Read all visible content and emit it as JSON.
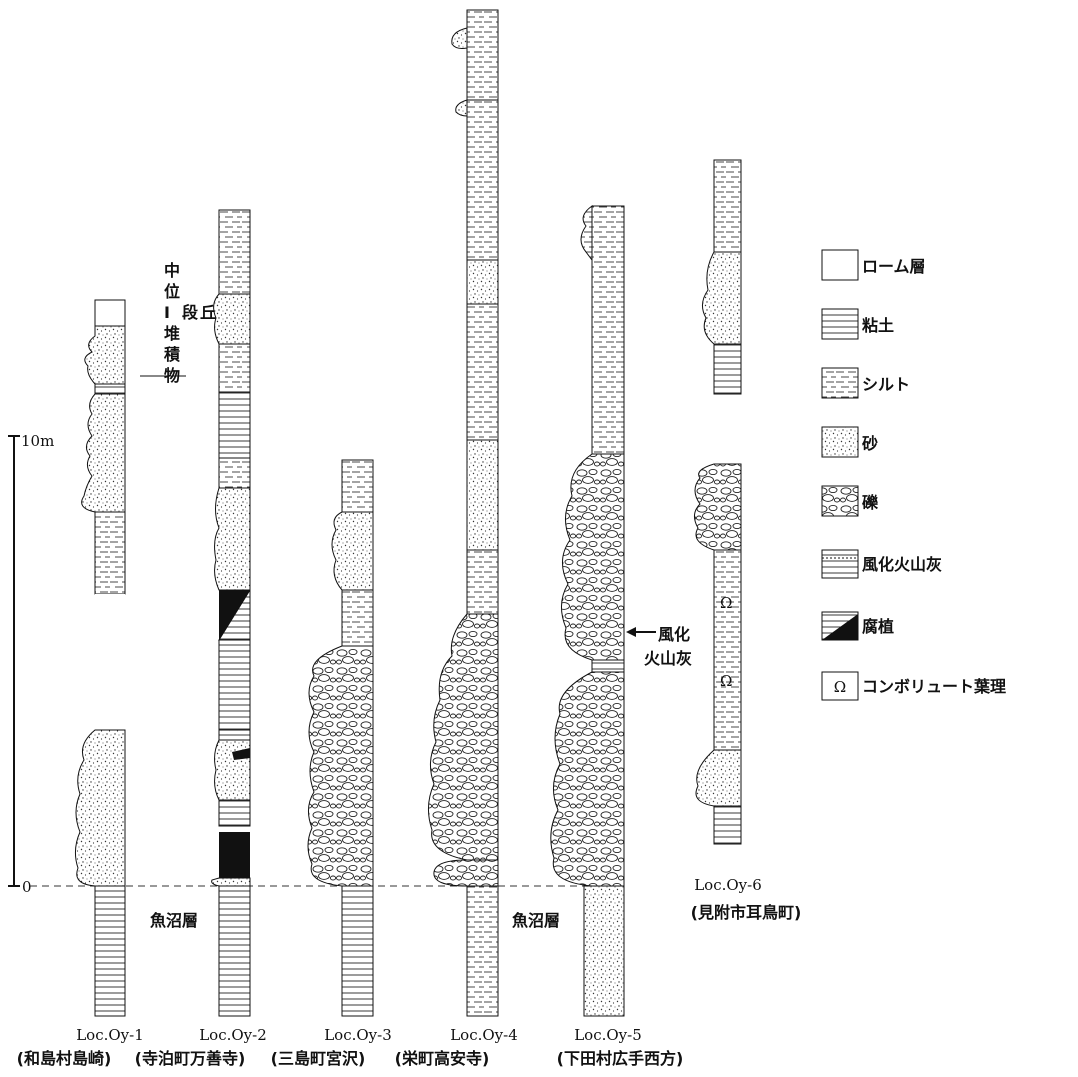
{
  "scale": {
    "label": "10m",
    "zero": "0"
  },
  "formation_labels": {
    "uonuma_left": "魚沼層",
    "uonuma_right": "魚沼層"
  },
  "terrace_label": [
    "中",
    "位",
    "Ⅰ",
    "段",
    "丘",
    "堆",
    "積",
    "物"
  ],
  "ash_note": [
    "風化",
    "火山灰"
  ],
  "columns": [
    {
      "id": "Loc.Oy-1",
      "place": "(和島村島崎)"
    },
    {
      "id": "Loc.Oy-2",
      "place": "(寺泊町万善寺)"
    },
    {
      "id": "Loc.Oy-3",
      "place": "(三島町宮沢)"
    },
    {
      "id": "Loc.Oy-4",
      "place": "(栄町高安寺)"
    },
    {
      "id": "Loc.Oy-5",
      "place": "(下田村広手西方)"
    },
    {
      "id": "Loc.Oy-6",
      "place": "(見附市耳鳥町)"
    }
  ],
  "legend": [
    {
      "key": "loam",
      "label": "ローム層"
    },
    {
      "key": "clay",
      "label": "粘土"
    },
    {
      "key": "silt",
      "label": "シルト"
    },
    {
      "key": "sand",
      "label": "砂"
    },
    {
      "key": "gravel",
      "label": "礫"
    },
    {
      "key": "ash",
      "label": "風化火山灰"
    },
    {
      "key": "humus",
      "label": "腐植"
    },
    {
      "key": "convolute",
      "label": "コンボリュート葉理",
      "symbol": "Ω"
    }
  ]
}
